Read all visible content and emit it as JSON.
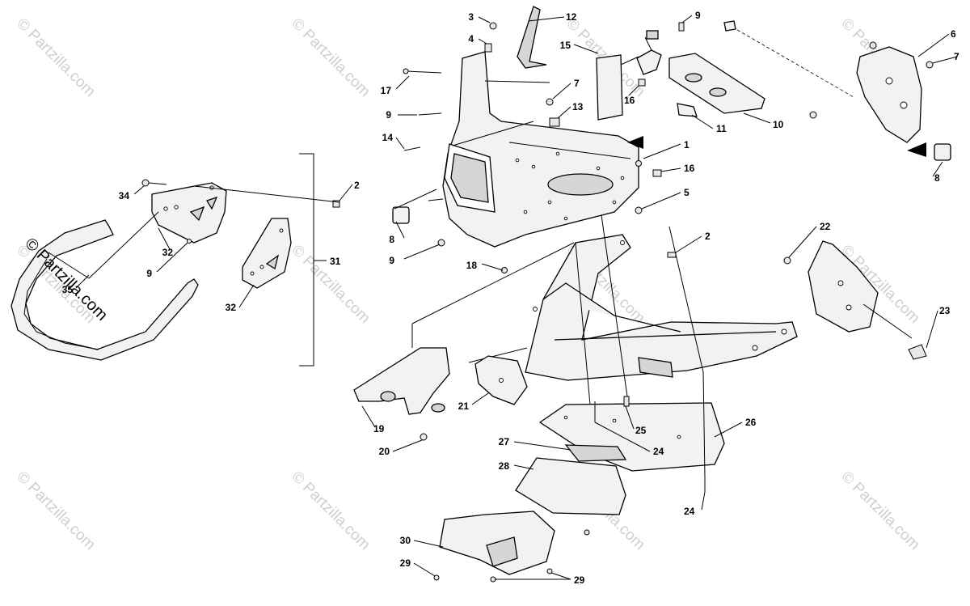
{
  "watermark": {
    "text": "© Partzilla.com"
  },
  "copyright_mark": {
    "text": "© Partzilla.com"
  },
  "callouts": [
    "3",
    "12",
    "4",
    "15",
    "9",
    "6",
    "7",
    "17",
    "7",
    "16",
    "9",
    "13",
    "10",
    "11",
    "14",
    "1",
    "16",
    "5",
    "2",
    "34",
    "2",
    "8",
    "9",
    "18",
    "8",
    "32",
    "9",
    "31",
    "2",
    "22",
    "35",
    "23",
    "32",
    "21",
    "19",
    "25",
    "26",
    "20",
    "24",
    "27",
    "28",
    "24",
    "30",
    "29",
    "29"
  ]
}
